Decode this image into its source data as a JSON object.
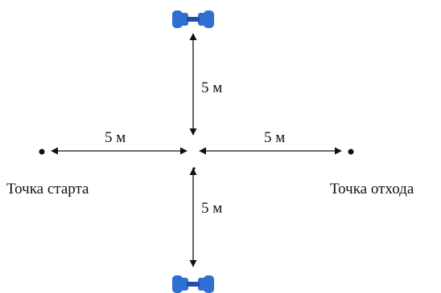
{
  "labels": {
    "start_point": "Точка старта",
    "retreat_point": "Точка отхода"
  },
  "distances": {
    "top": "5 м",
    "left": "5 м",
    "right": "5 м",
    "bottom": "5 м"
  },
  "icons": {
    "top": "dumbbell-icon",
    "bottom": "dumbbell-icon"
  },
  "colors": {
    "dumbbell": "#2f6fd0",
    "dumbbell_dark": "#1f4fa8",
    "line": "#111111"
  }
}
